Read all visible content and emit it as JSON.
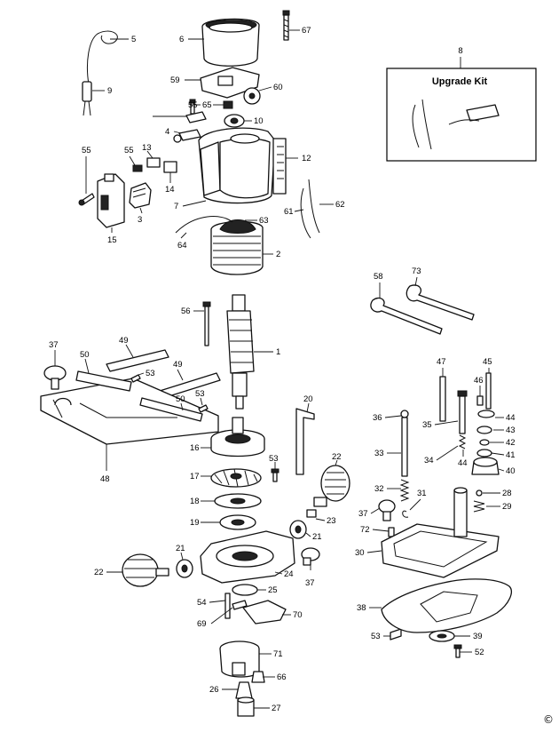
{
  "upgrade_kit": {
    "number": "8",
    "title": "Upgrade Kit"
  },
  "copyright_symbol": "©",
  "callouts": [
    {
      "id": "5",
      "label": "5"
    },
    {
      "id": "6",
      "label": "6"
    },
    {
      "id": "67",
      "label": "67"
    },
    {
      "id": "9",
      "label": "9"
    },
    {
      "id": "59",
      "label": "59"
    },
    {
      "id": "55a",
      "label": "55"
    },
    {
      "id": "60",
      "label": "60"
    },
    {
      "id": "65",
      "label": "65"
    },
    {
      "id": "10",
      "label": "10"
    },
    {
      "id": "4",
      "label": "4"
    },
    {
      "id": "55b",
      "label": "55"
    },
    {
      "id": "55c",
      "label": "55"
    },
    {
      "id": "13",
      "label": "13"
    },
    {
      "id": "12",
      "label": "12"
    },
    {
      "id": "14",
      "label": "14"
    },
    {
      "id": "3",
      "label": "3"
    },
    {
      "id": "7",
      "label": "7"
    },
    {
      "id": "63",
      "label": "63"
    },
    {
      "id": "61",
      "label": "61"
    },
    {
      "id": "62",
      "label": "62"
    },
    {
      "id": "15",
      "label": "15"
    },
    {
      "id": "64",
      "label": "64"
    },
    {
      "id": "2",
      "label": "2"
    },
    {
      "id": "58",
      "label": "58"
    },
    {
      "id": "73",
      "label": "73"
    },
    {
      "id": "56",
      "label": "56"
    },
    {
      "id": "37a",
      "label": "37"
    },
    {
      "id": "49a",
      "label": "49"
    },
    {
      "id": "1",
      "label": "1"
    },
    {
      "id": "50a",
      "label": "50"
    },
    {
      "id": "53a",
      "label": "53"
    },
    {
      "id": "49b",
      "label": "49"
    },
    {
      "id": "47",
      "label": "47"
    },
    {
      "id": "45",
      "label": "45"
    },
    {
      "id": "46",
      "label": "46"
    },
    {
      "id": "53b",
      "label": "53"
    },
    {
      "id": "50b",
      "label": "50"
    },
    {
      "id": "20",
      "label": "20"
    },
    {
      "id": "36",
      "label": "36"
    },
    {
      "id": "35",
      "label": "35"
    },
    {
      "id": "44a",
      "label": "44"
    },
    {
      "id": "43",
      "label": "43"
    },
    {
      "id": "16",
      "label": "16"
    },
    {
      "id": "42",
      "label": "42"
    },
    {
      "id": "48",
      "label": "48"
    },
    {
      "id": "33",
      "label": "33"
    },
    {
      "id": "34",
      "label": "34"
    },
    {
      "id": "44b",
      "label": "44"
    },
    {
      "id": "41",
      "label": "41"
    },
    {
      "id": "22a",
      "label": "22"
    },
    {
      "id": "53c",
      "label": "53"
    },
    {
      "id": "40",
      "label": "40"
    },
    {
      "id": "17",
      "label": "17"
    },
    {
      "id": "32",
      "label": "32"
    },
    {
      "id": "31",
      "label": "31"
    },
    {
      "id": "28",
      "label": "28"
    },
    {
      "id": "18",
      "label": "18"
    },
    {
      "id": "29",
      "label": "29"
    },
    {
      "id": "23",
      "label": "23"
    },
    {
      "id": "37b",
      "label": "37"
    },
    {
      "id": "19",
      "label": "19"
    },
    {
      "id": "21a",
      "label": "21"
    },
    {
      "id": "72",
      "label": "72"
    },
    {
      "id": "21b",
      "label": "21"
    },
    {
      "id": "30",
      "label": "30"
    },
    {
      "id": "22b",
      "label": "22"
    },
    {
      "id": "24",
      "label": "24"
    },
    {
      "id": "37c",
      "label": "37"
    },
    {
      "id": "25",
      "label": "25"
    },
    {
      "id": "54",
      "label": "54"
    },
    {
      "id": "38",
      "label": "38"
    },
    {
      "id": "70",
      "label": "70"
    },
    {
      "id": "69",
      "label": "69"
    },
    {
      "id": "53d",
      "label": "53"
    },
    {
      "id": "39",
      "label": "39"
    },
    {
      "id": "52",
      "label": "52"
    },
    {
      "id": "71",
      "label": "71"
    },
    {
      "id": "66",
      "label": "66"
    },
    {
      "id": "26",
      "label": "26"
    },
    {
      "id": "27",
      "label": "27"
    }
  ]
}
